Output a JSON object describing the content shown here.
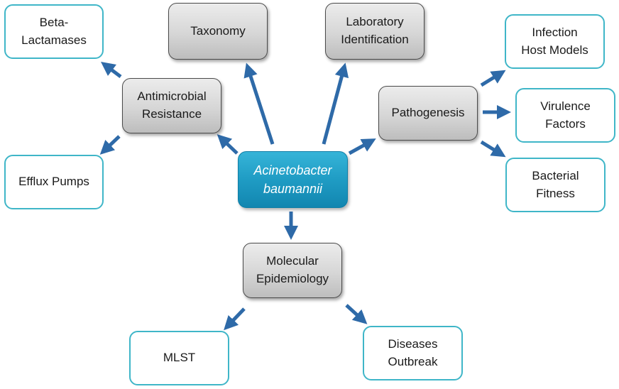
{
  "center": {
    "label": "Acinetobacter\nbaumannii"
  },
  "categories": {
    "antimicrobial_resistance": "Antimicrobial\nResistance",
    "taxonomy": "Taxonomy",
    "laboratory_identification": "Laboratory\nIdentification",
    "pathogenesis": "Pathogenesis",
    "molecular_epidemiology": "Molecular\nEpidemiology"
  },
  "subtopics": {
    "beta_lactamases": "Beta-\nLactamases",
    "efflux_pumps": "Efflux Pumps",
    "infection_host_models": "Infection\nHost Models",
    "virulence_factors": "Virulence\nFactors",
    "bacterial_fitness": "Bacterial\nFitness",
    "mlst": "MLST",
    "diseases_outbreak": "Diseases\nOutbreak"
  },
  "colors": {
    "arrow": "#2e6aa8",
    "center_fill": "#1f9cc4",
    "leaf_border": "#3fb6c8",
    "category_fill": "#d6d6d6"
  }
}
